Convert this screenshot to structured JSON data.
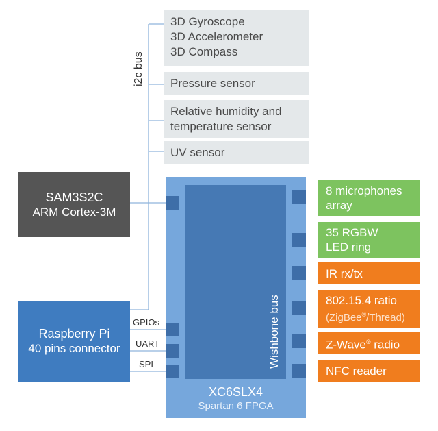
{
  "sensors": [
    {
      "lines": [
        "3D Gyroscope",
        "3D Accelerometer",
        "3D Compass"
      ]
    },
    {
      "lines": [
        "Pressure sensor"
      ]
    },
    {
      "lines": [
        "Relative humidity and",
        "temperature sensor"
      ]
    },
    {
      "lines": [
        "UV sensor"
      ]
    }
  ],
  "i2c_bus_label": "i2c bus",
  "sam": {
    "title": "SAM3S2C",
    "subtitle": "ARM Cortex-3M"
  },
  "rpi": {
    "title": "Raspberry Pi",
    "subtitle": "40 pins connector"
  },
  "interfaces": {
    "gpio": "GPIOs",
    "uart": "UART",
    "spi": "SPI"
  },
  "fpga": {
    "title": "XC6SLX4",
    "subtitle": "Spartan 6 FPGA",
    "bus_label": "Wishbone bus"
  },
  "peripherals": {
    "mics": [
      "8 microphones",
      "array"
    ],
    "led": [
      "35 RGBW",
      "LED ring"
    ],
    "ir": "IR rx/tx",
    "zigbee_title": "802.15.4 ratio",
    "zigbee_sub": [
      "(ZigBee",
      "®",
      "/Thread)"
    ],
    "zwave": [
      "Z-Wave",
      "®",
      " radio"
    ],
    "nfc": "NFC reader"
  },
  "colors": {
    "sensor_bg": "#e4e8ea",
    "sam_bg": "#555555",
    "rpi_bg": "#3f7cc0",
    "fpga_outer": "#76a7dc",
    "fpga_inner": "#4679b4",
    "green": "#7dc35f",
    "orange": "#f07d1e",
    "wire": "#8fb4dc"
  }
}
